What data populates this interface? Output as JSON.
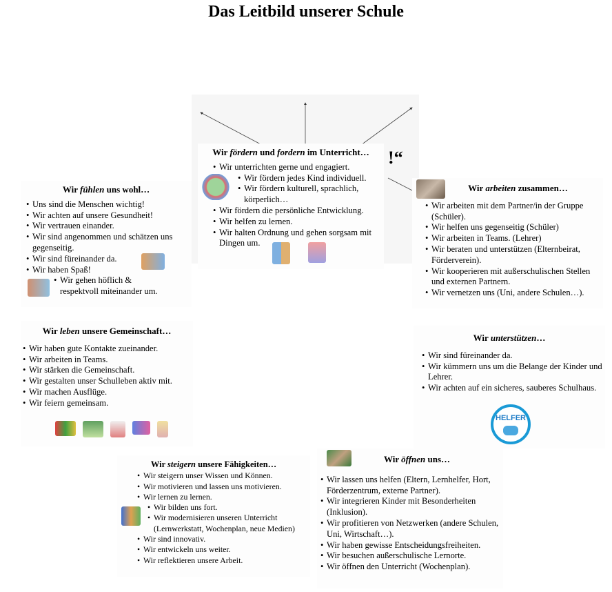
{
  "title": "Das Leitbild unserer Schule",
  "quote_mark": "!“",
  "sections": {
    "foerdern": {
      "pre": "Wir ",
      "em": "fördern",
      "mid": " und ",
      "em2": "fordern",
      "post": " im Unterricht…",
      "items": [
        "Wir unterrichten gerne und engagiert.",
        "Wir fördern jedes Kind individuell.",
        "Wir fördern kulturell, sprachlich, körperlich…",
        "Wir fördern die persönliche Entwicklung.",
        "Wir helfen zu lernen.",
        "Wir halten Ordnung und gehen sorgsam mit Dingen um."
      ]
    },
    "fuehlen": {
      "pre": "Wir ",
      "em": "fühlen",
      "post": " uns wohl…",
      "items": [
        "Uns sind die Menschen wichtig!",
        "Wir achten auf unsere Gesundheit!",
        "Wir vertrauen einander.",
        "Wir sind angenommen und  schätzen uns gegenseitig.",
        "Wir sind füreinander da.",
        "Wir haben Spaß!",
        "Wir gehen höflich & respektvoll miteinander um."
      ]
    },
    "arbeiten": {
      "pre": "Wir ",
      "em": "arbeiten",
      "post": " zusammen…",
      "items": [
        "Wir arbeiten mit dem Partner/in der Gruppe (Schüler).",
        "Wir helfen uns gegenseitig (Schüler)",
        "Wir arbeiten in Teams. (Lehrer)",
        "Wir beraten und unterstützen (Elternbeirat, Förderverein).",
        "Wir kooperieren mit außerschulischen Stellen und externen Partnern.",
        "Wir vernetzen uns (Uni, andere Schulen…)."
      ]
    },
    "leben": {
      "pre": "Wir ",
      "em": "leben",
      "post": " unsere Gemeinschaft…",
      "items": [
        "Wir haben gute Kontakte zueinander.",
        "Wir arbeiten in Teams.",
        "Wir stärken die Gemeinschaft.",
        "Wir gestalten unser Schulleben aktiv mit.",
        "Wir machen Ausflüge.",
        "Wir feiern gemeinsam."
      ]
    },
    "unterstuetzen": {
      "pre": "Wir ",
      "em": "unterstützen",
      "post": "…",
      "items": [
        "Wir sind füreinander da.",
        "Wir kümmern uns um die Belange der Kinder und Lehrer.",
        "Wir achten auf ein sicheres, sauberes Schulhaus."
      ],
      "logo": "HELFER"
    },
    "steigern": {
      "pre": "Wir ",
      "em": "steigern",
      "post": " unsere Fähigkeiten…",
      "items": [
        "Wir steigern unser Wissen und Können.",
        "Wir motivieren und lassen uns motivieren.",
        "Wir lernen zu lernen.",
        "Wir bilden uns fort.",
        "Wir modernisieren unseren Unterricht (Lernwerkstatt, Wochenplan, neue Medien)",
        "Wir sind innovativ.",
        "Wir entwickeln uns weiter.",
        "Wir reflektieren unsere Arbeit."
      ]
    },
    "oeffnen": {
      "pre": "Wir ",
      "em": "öffnen",
      "post": " uns…",
      "items": [
        "Wir lassen uns helfen (Eltern, Lernhelfer, Hort, Förderzentrum, externe Partner).",
        "Wir integrieren Kinder mit Besonderheiten (Inklusion).",
        "Wir profitieren von Netzwerken (andere Schulen, Uni, Wirtschaft…).",
        "Wir haben gewisse Entscheidungsfreiheiten.",
        "Wir besuchen außerschulische Lernorte.",
        "Wir öffnen den Unterricht (Wochenplan)."
      ]
    }
  }
}
